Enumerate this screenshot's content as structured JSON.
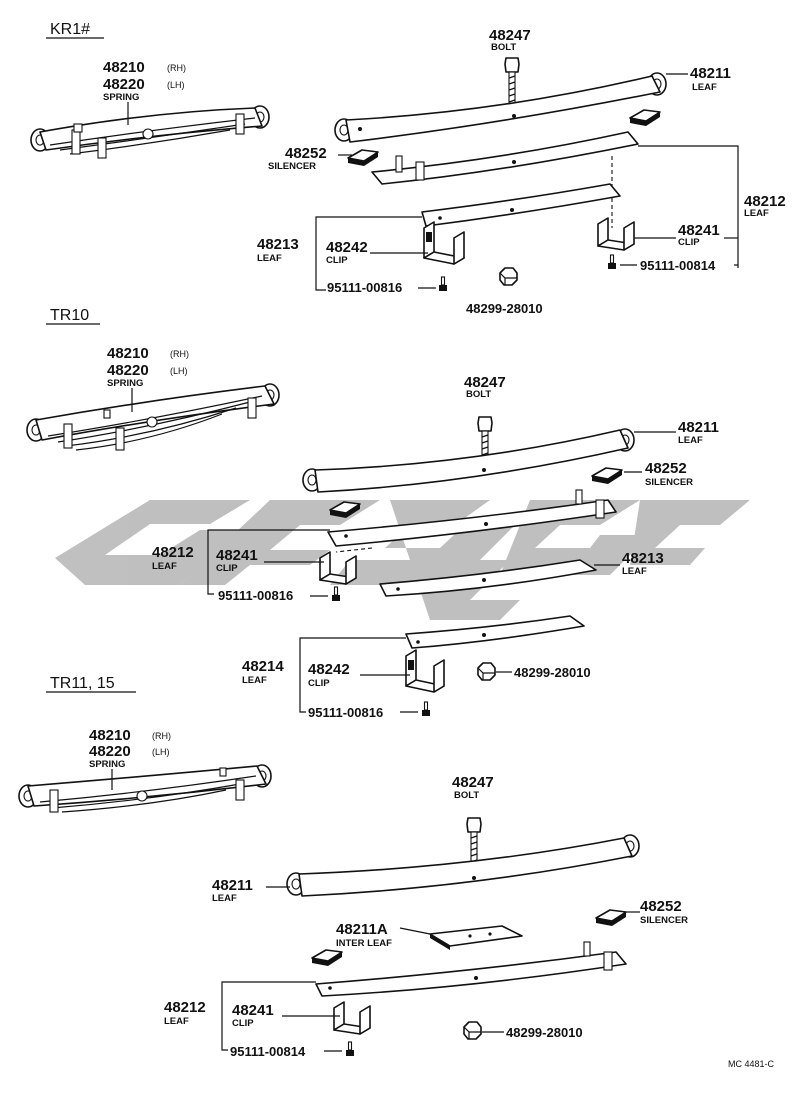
{
  "watermark": {
    "color": "#b5b5b5"
  },
  "footer_code": "MC 4481-C",
  "sections": {
    "kr1": {
      "title": "KR1#",
      "spring": {
        "num_rh": "48210",
        "rh": "(RH)",
        "num_lh": "48220",
        "lh": "(LH)",
        "label": "SPRING"
      },
      "bolt": {
        "num": "48247",
        "label": "BOLT"
      },
      "leaf_main": {
        "num": "48211",
        "label": "LEAF"
      },
      "silencer": {
        "num": "48252",
        "label": "SILENCER"
      },
      "leaf_2": {
        "num": "48212",
        "label": "LEAF"
      },
      "clip_a": {
        "num": "48241",
        "label": "CLIP"
      },
      "screw_a": "95111-00814",
      "leaf_3": {
        "num": "48213",
        "label": "LEAF"
      },
      "clip_b": {
        "num": "48242",
        "label": "CLIP"
      },
      "screw_b": "95111-00816",
      "nut": "48299-28010"
    },
    "tr10": {
      "title": "TR10",
      "spring": {
        "num_rh": "48210",
        "rh": "(RH)",
        "num_lh": "48220",
        "lh": "(LH)",
        "label": "SPRING"
      },
      "bolt": {
        "num": "48247",
        "label": "BOLT"
      },
      "leaf_main": {
        "num": "48211",
        "label": "LEAF"
      },
      "silencer": {
        "num": "48252",
        "label": "SILENCER"
      },
      "leaf_2": {
        "num": "48212",
        "label": "LEAF"
      },
      "clip_a": {
        "num": "48241",
        "label": "CLIP"
      },
      "screw_a": "95111-00816",
      "leaf_3": {
        "num": "48213",
        "label": "LEAF"
      },
      "leaf_4": {
        "num": "48214",
        "label": "LEAF"
      },
      "clip_b": {
        "num": "48242",
        "label": "CLIP"
      },
      "screw_b": "95111-00816",
      "nut": "48299-28010"
    },
    "tr11": {
      "title": "TR11, 15",
      "spring": {
        "num_rh": "48210",
        "rh": "(RH)",
        "num_lh": "48220",
        "lh": "(LH)",
        "label": "SPRING"
      },
      "bolt": {
        "num": "48247",
        "label": "BOLT"
      },
      "leaf_main": {
        "num": "48211",
        "label": "LEAF"
      },
      "silencer": {
        "num": "48252",
        "label": "SILENCER"
      },
      "inter_leaf": {
        "num": "48211A",
        "label": "INTER LEAF"
      },
      "leaf_2": {
        "num": "48212",
        "label": "LEAF"
      },
      "clip_a": {
        "num": "48241",
        "label": "CLIP"
      },
      "screw_a": "95111-00814",
      "nut": "48299-28010"
    }
  }
}
